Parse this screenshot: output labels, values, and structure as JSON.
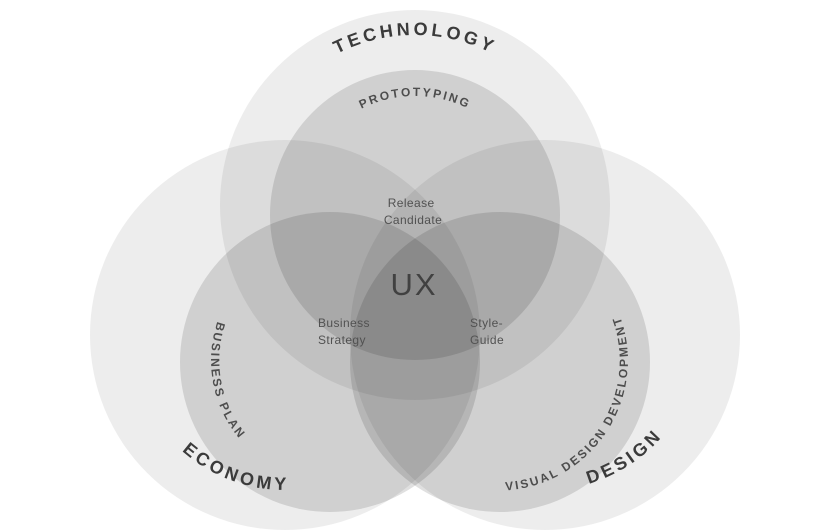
{
  "venn": {
    "type": "triple-venn-diagram",
    "background_color": "#ffffff",
    "outer_circle_color": "#ededed",
    "inner_circle_color": "#e0e0e0",
    "label_color_dark": "#3b3b3b",
    "label_color_medium": "#4d4d4d",
    "labels": {
      "technology": "TECHNOLOGY",
      "prototyping": "PROTOTYPING",
      "economy": "ECONOMY",
      "business_plan": "BUSINESS PLAN",
      "design": "DESIGN",
      "visual_design_development": "VISUAL DESIGN DEVELOPMENT",
      "release_candidate_line1": "Release",
      "release_candidate_line2": "Candidate",
      "business_strategy_line1": "Business",
      "business_strategy_line2": "Strategy",
      "style_guide_line1": "Style-",
      "style_guide_line2": "Guide",
      "center": "UX"
    },
    "sets": [
      {
        "outer": "TECHNOLOGY",
        "inner": "PROTOTYPING"
      },
      {
        "outer": "ECONOMY",
        "inner": "BUSINESS PLAN"
      },
      {
        "outer": "DESIGN",
        "inner": "VISUAL DESIGN DEVELOPMENT"
      }
    ],
    "intersections": [
      {
        "label": "Release Candidate",
        "between": [
          "PROTOTYPING"
        ]
      },
      {
        "label": "Business Strategy",
        "between": [
          "PROTOTYPING",
          "BUSINESS PLAN"
        ]
      },
      {
        "label": "Style-Guide",
        "between": [
          "PROTOTYPING",
          "VISUAL DESIGN DEVELOPMENT"
        ]
      },
      {
        "label": "UX",
        "between": [
          "PROTOTYPING",
          "BUSINESS PLAN",
          "VISUAL DESIGN DEVELOPMENT"
        ]
      }
    ]
  }
}
